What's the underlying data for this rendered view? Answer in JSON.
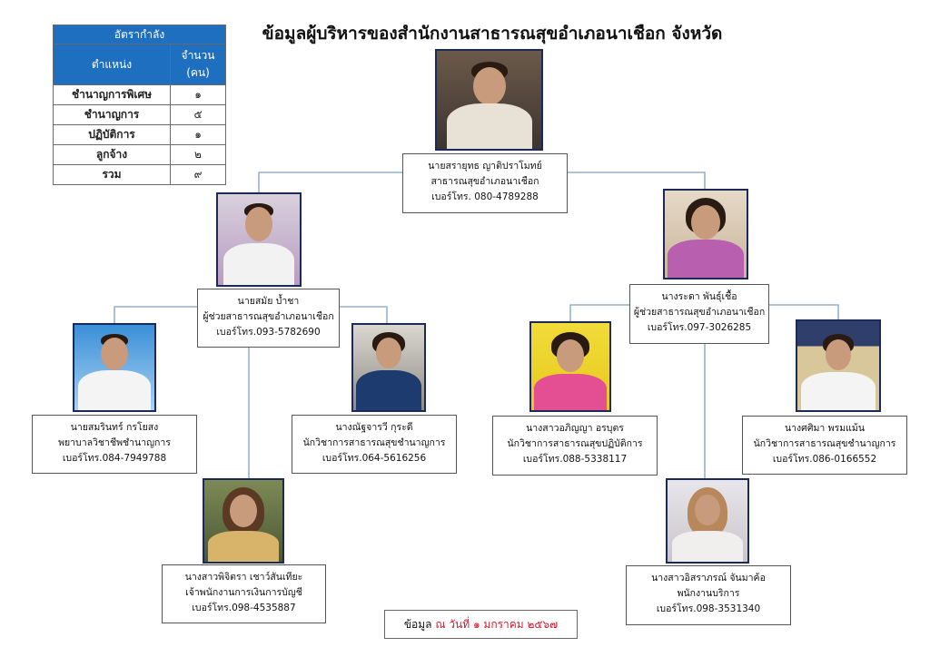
{
  "title": "ข้อมูลผู้บริหารของสำนักงานสาธารณสุขอำเภอนาเชือก จังหวัดมหาสารคาม",
  "staff_table": {
    "title": "อัตรากำลัง",
    "col_position": "ตำแหน่ง",
    "col_count": "จำนวน (คน)",
    "rows": [
      {
        "position": "ชำนาญการพิเศษ",
        "count": "๑"
      },
      {
        "position": "ชำนาญการ",
        "count": "๕"
      },
      {
        "position": "ปฏิบัติการ",
        "count": "๑"
      },
      {
        "position": "ลูกจ้าง",
        "count": "๒"
      },
      {
        "position": "รวม",
        "count": "๙"
      }
    ]
  },
  "people": {
    "director": {
      "name": "นายสรายุทธ ญาติปราโมทย์",
      "role": "สาธารณสุขอำเภอนาเชือก",
      "phone": "เบอร์โทร. 080-4789288"
    },
    "deputy_left": {
      "name": "นายสมัย บ้ำชา",
      "role": "ผู้ช่วยสาธารณสุขอำเภอนาเชือก",
      "phone": "เบอร์โทร.093-5782690"
    },
    "deputy_right": {
      "name": "นางระดา พันธุ์เชื้อ",
      "role": "ผู้ช่วยสาธารณสุขอำเภอนาเชือก",
      "phone": "เบอร์โทร.097-3026285"
    },
    "staff_1": {
      "name": "นายสมรินทร์ กรโยสง",
      "role": "พยาบาลวิชาชีพชำนาญการ",
      "phone": "เบอร์โทร.084-7949788"
    },
    "staff_2": {
      "name": "นางณัฐจารวี กุระดี",
      "role": "นักวิชาการสาธารณสุขชำนาญการ",
      "phone": "เบอร์โทร.064-5616256"
    },
    "staff_3": {
      "name": "นางสาวอภิญญา อรบุตร",
      "role": "นักวิชาการสาธารณสุขปฏิบัติการ",
      "phone": "เบอร์โทร.088-5338117"
    },
    "staff_4": {
      "name": "นางศศิมา พรมแม้น",
      "role": "นักวิชาการสาธารณสุขชำนาญการ",
      "phone": "เบอร์โทร.086-0166552"
    },
    "staff_5": {
      "name": "นางสาวพิจิตรา เชาว์สันเทียะ",
      "role": "เจ้าพนักงานการเงินการบัญชี",
      "phone": "เบอร์โทร.098-4535887"
    },
    "staff_6": {
      "name": "นางสาวอิสราภรณ์ จันมาค้อ",
      "role": "พนักงานบริการ",
      "phone": "เบอร์โทร.098-3531340"
    }
  },
  "footer": {
    "label": "ข้อมูล",
    "date": "ณ วันที่ ๑ มกราคม ๒๕๖๗"
  }
}
